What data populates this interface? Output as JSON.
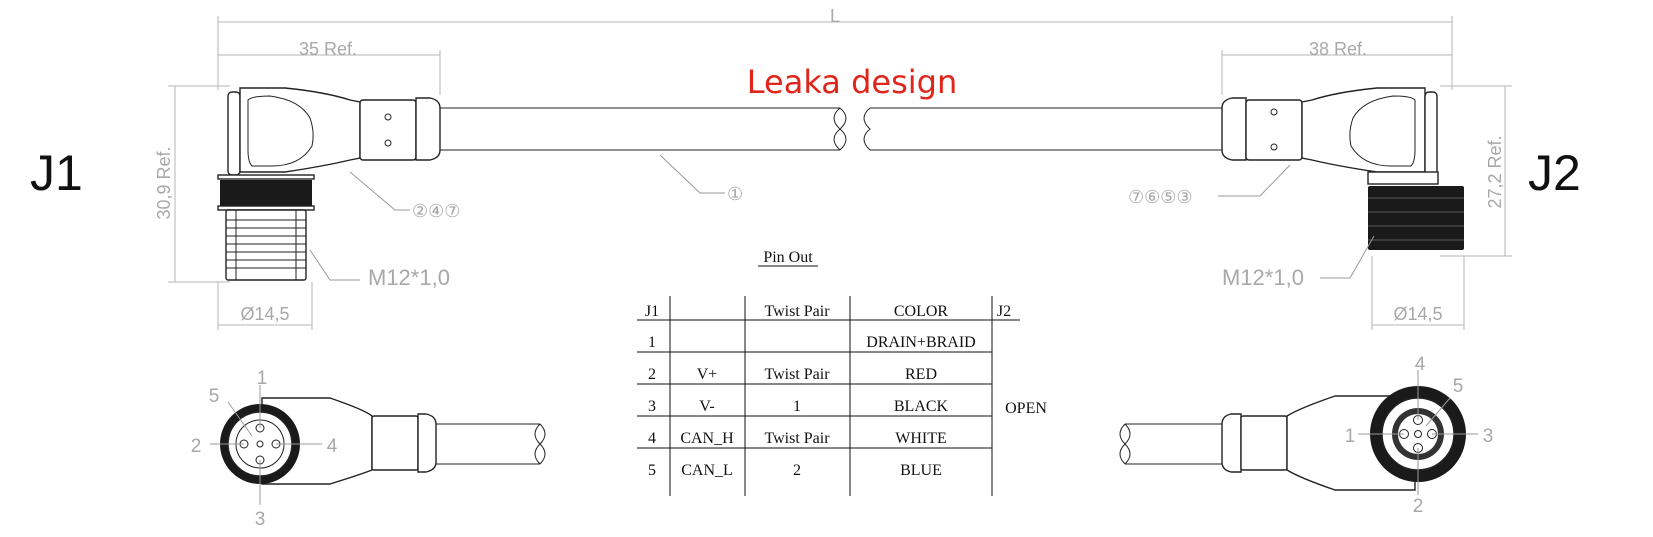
{
  "drawing": {
    "brand_text": "Leaka design",
    "j1_label": "J1",
    "j2_label": "J2",
    "dim_total": "L",
    "dim_j1_length": "35 Ref.",
    "dim_j2_length": "38 Ref.",
    "dim_j1_height": "30,9 Ref.",
    "dim_j2_height": "27,2 Ref.",
    "dim_j1_diameter": "Ø14,5",
    "dim_j2_diameter": "Ø14,5",
    "thread_j1": "M12*1,0",
    "thread_j2": "M12*1,0",
    "callout_cable": "①",
    "callout_j1": "②④⑦",
    "callout_j2": "⑦⑥⑤③"
  },
  "pin_faces": {
    "j1_pins": [
      "1",
      "2",
      "3",
      "4",
      "5"
    ],
    "j2_pins": [
      "1",
      "2",
      "3",
      "4",
      "5"
    ]
  },
  "pinout": {
    "title": "Pin Out",
    "headers": [
      "J1",
      "",
      "Twist Pair",
      "COLOR",
      "J2"
    ],
    "rows": [
      {
        "pin": "1",
        "signal": "",
        "pair": "",
        "color": "DRAIN+BRAID"
      },
      {
        "pin": "2",
        "signal": "V+",
        "pair": "Twist Pair",
        "color": "RED"
      },
      {
        "pin": "3",
        "signal": "V-",
        "pair": "1",
        "color": "BLACK"
      },
      {
        "pin": "4",
        "signal": "CAN_H",
        "pair": "Twist Pair",
        "color": "WHITE"
      },
      {
        "pin": "5",
        "signal": "CAN_L",
        "pair": "2",
        "color": "BLUE"
      }
    ],
    "j2_connection": "OPEN"
  }
}
